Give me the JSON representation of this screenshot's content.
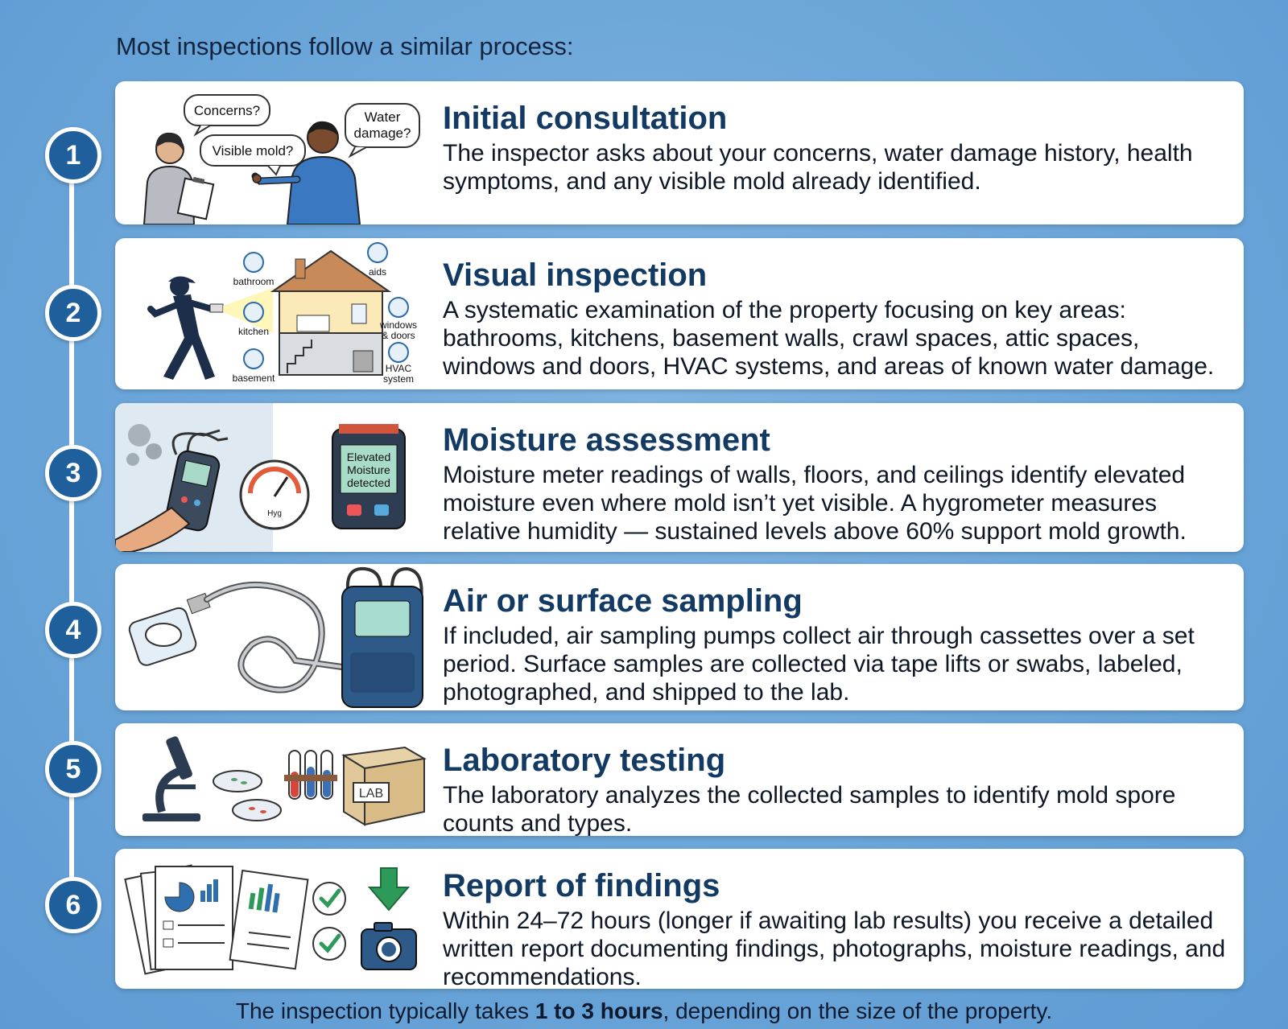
{
  "intro": "Most inspections follow a similar process:",
  "steps": [
    {
      "number": "1",
      "title": "Initial consultation",
      "desc": "The inspector asks about your concerns, water damage history, health symptoms, and any visible mold already identified.",
      "bubbles": [
        "Concerns?",
        "Visible mold?",
        "Water",
        "damage?"
      ]
    },
    {
      "number": "2",
      "title": "Visual inspection",
      "desc": "A systematic examination of the property focusing on key areas: bathrooms, kitchens, basement walls, crawl spaces, attic spaces, windows and doors, HVAC systems, and areas of known water damage.",
      "labels": [
        "bathroom",
        "aids",
        "kitchen",
        "windows",
        "& doors",
        "basement",
        "HVAC",
        "system"
      ]
    },
    {
      "number": "3",
      "title": "Moisture assessment",
      "desc": "Moisture meter readings of walls, floors, and ceilings identify elevated moisture even where mold isn’t yet visible. A hygrometer measures relative humidity — sustained levels above 60% support mold growth.",
      "labels": [
        "Elevated",
        "Moisture",
        "detected",
        "Hyg"
      ]
    },
    {
      "number": "4",
      "title": "Air or surface sampling",
      "desc": "If included, air sampling pumps collect air through cassettes over a set period. Surface samples are collected via tape lifts or swabs, labeled, photographed, and shipped to the lab."
    },
    {
      "number": "5",
      "title": "Laboratory testing",
      "desc": "The laboratory analyzes the collected samples to identify mold spore counts and types.",
      "labels": [
        "LAB"
      ]
    },
    {
      "number": "6",
      "title": "Report of findings",
      "desc": "Within 24–72 hours (longer if awaiting lab results) you receive a detailed written report documenting findings, photographs, moisture readings, and recommendations."
    }
  ],
  "footer": {
    "pre": "The inspection typically takes ",
    "bold": "1 to 3 hours",
    "post": ", depending on the size of the property."
  },
  "colors": {
    "background": "#69a4d8",
    "badge": "#1f5f9c",
    "title": "#133a63"
  }
}
